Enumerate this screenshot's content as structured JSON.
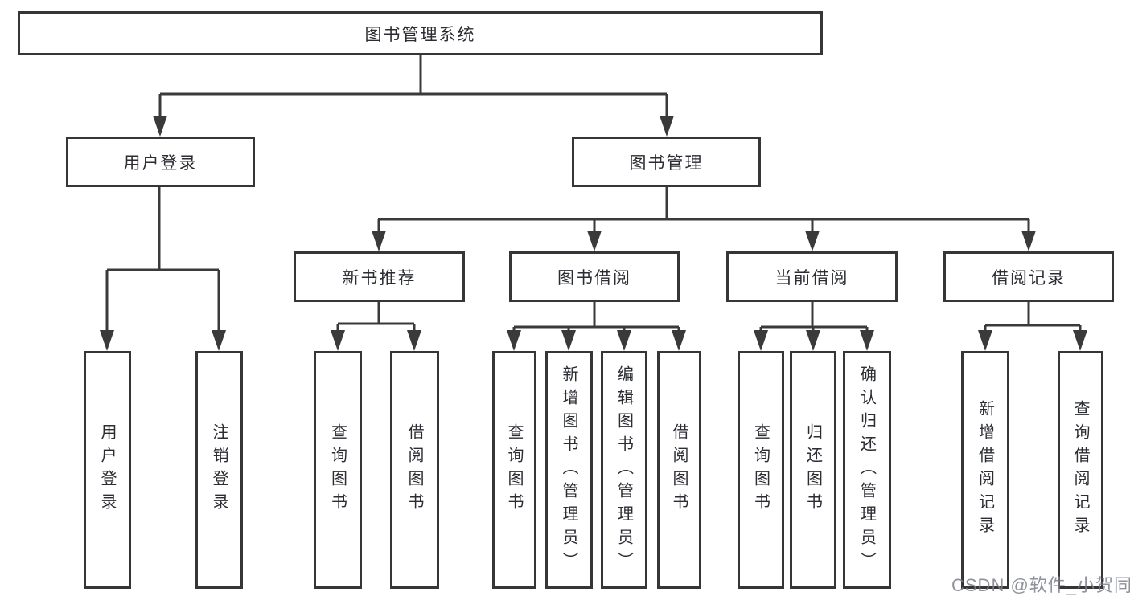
{
  "tree": {
    "label": "图书管理系统",
    "children": [
      {
        "label": "用户登录",
        "children": [
          {
            "label": "用户登录"
          },
          {
            "label": "注销登录"
          }
        ]
      },
      {
        "label": "图书管理",
        "children": [
          {
            "label": "新书推荐",
            "children": [
              {
                "label": "查询图书"
              },
              {
                "label": "借阅图书"
              }
            ]
          },
          {
            "label": "图书借阅",
            "children": [
              {
                "label": "查询图书"
              },
              {
                "label": "新增图书（管理员）"
              },
              {
                "label": "编辑图书（管理员）"
              },
              {
                "label": "借阅图书"
              }
            ]
          },
          {
            "label": "当前借阅",
            "children": [
              {
                "label": "查询图书"
              },
              {
                "label": "归还图书"
              },
              {
                "label": "确认归还（管理员）"
              }
            ]
          },
          {
            "label": "借阅记录",
            "children": [
              {
                "label": "新增借阅记录"
              },
              {
                "label": "查询借阅记录"
              }
            ]
          }
        ]
      }
    ]
  },
  "watermark": {
    "text": "CSDN @软件_小贺同学"
  },
  "colors": {
    "line": "#3a3a3a",
    "box_border": "#363636",
    "text": "#2b2d33",
    "watermark": "#7d7f8a"
  }
}
